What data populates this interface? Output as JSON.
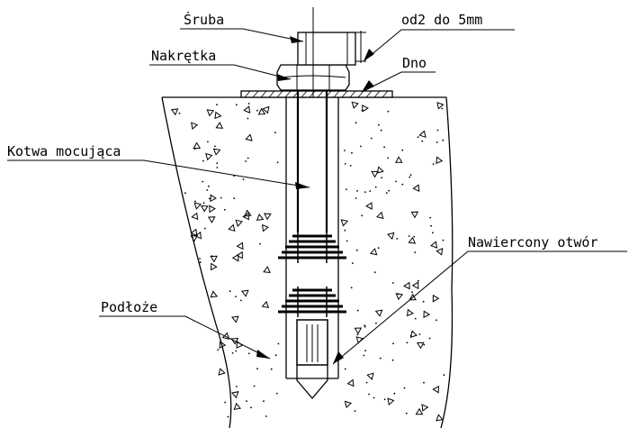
{
  "labels": {
    "sruba": "Śruba",
    "gap": "od2 do 5mm",
    "nakretka": "Nakrętka",
    "dno": "Dno",
    "kotwa": "Kotwa mocująca",
    "otwor": "Nawiercony otwór",
    "podloze": "Podłoże"
  }
}
